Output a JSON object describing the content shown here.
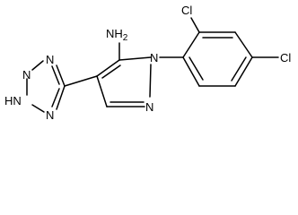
{
  "molecule": {
    "atom_labels": {
      "amine": "NH2",
      "chlorine_ortho": "Cl",
      "chlorine_para": "Cl",
      "pyrazole_n1": "N",
      "pyrazole_n2": "N",
      "tetrazole_n_a": "N",
      "tetrazole_n_b": "N",
      "tetrazole_nh": "HN",
      "tetrazole_n_c": "N"
    }
  }
}
